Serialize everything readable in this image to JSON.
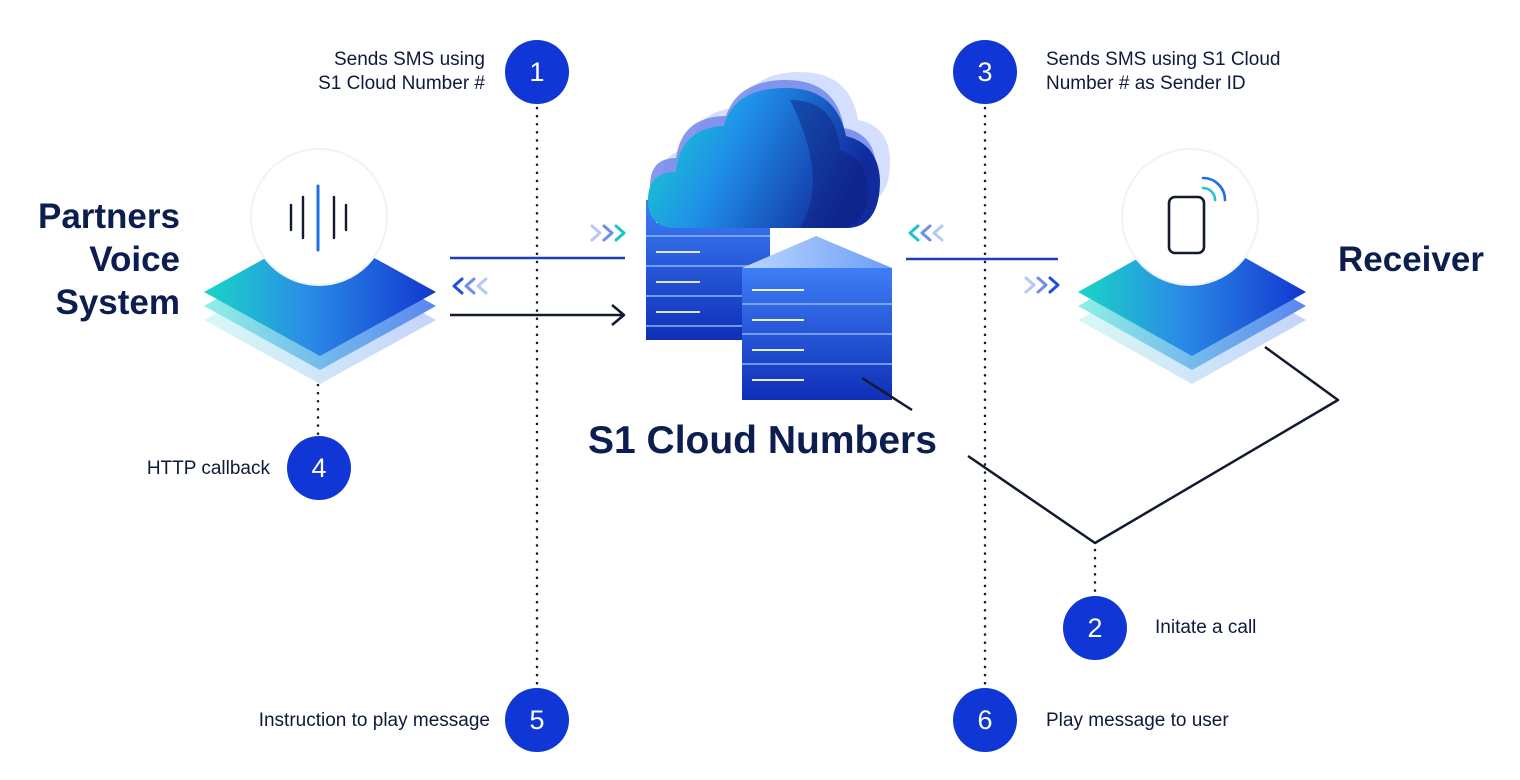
{
  "nodes": {
    "partners": {
      "title_line1": "Partners",
      "title_line2": "Voice",
      "title_line3": "System"
    },
    "cloud": {
      "title": "S1 Cloud Numbers"
    },
    "receiver": {
      "title": "Receiver"
    }
  },
  "steps": [
    {
      "number": "1",
      "label_line1": "Sends SMS using",
      "label_line2": "S1 Cloud Number #"
    },
    {
      "number": "2",
      "label": "Initate a call"
    },
    {
      "number": "3",
      "label_line1": "Sends SMS using S1 Cloud",
      "label_line2": "Number # as Sender ID"
    },
    {
      "number": "4",
      "label": "HTTP callback"
    },
    {
      "number": "5",
      "label": "Instruction to play message"
    },
    {
      "number": "6",
      "label": "Play message to user"
    }
  ],
  "icons": {
    "partners": "voice-waveform-icon",
    "receiver": "mobile-phone-icon",
    "cloud": "cloud-server-icon"
  },
  "colors": {
    "badge": "#1036d6",
    "title_text": "#0c1d4f",
    "teal": "#18d3c5",
    "blue": "#1f4fe0"
  }
}
